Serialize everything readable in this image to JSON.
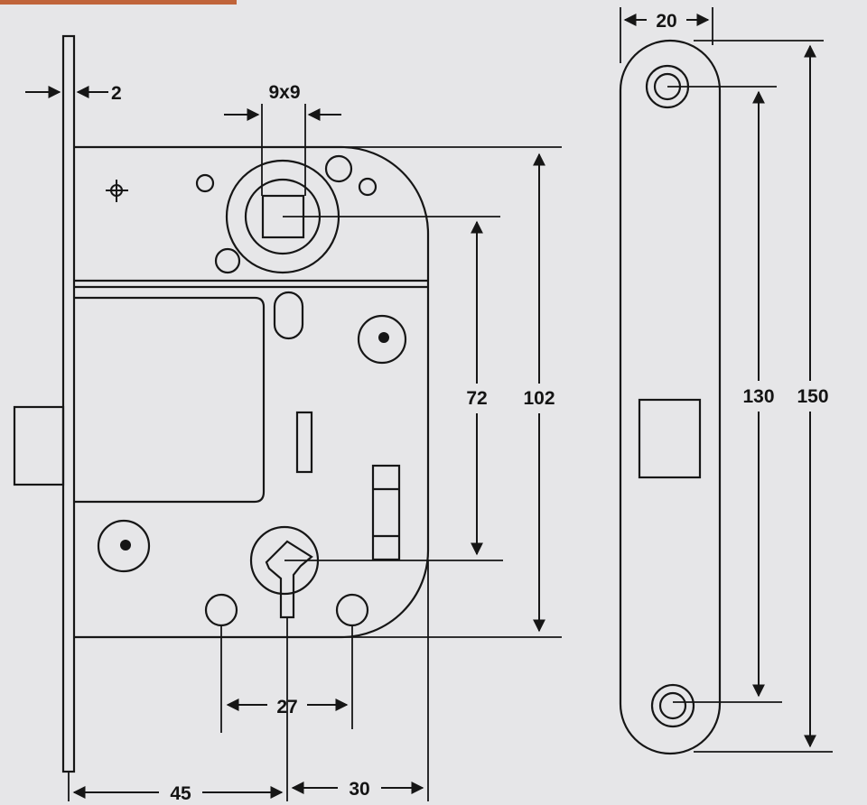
{
  "colors": {
    "paper": "#e6e6e8",
    "ink": "#161616",
    "accent_strip": "#c0643a"
  },
  "dimensions": {
    "faceplate_thickness": "2",
    "spindle_square": "9x9",
    "spindle_to_cylinder": "72",
    "body_height": "102",
    "cylinder_hole_spacing": "27",
    "backset": "45",
    "cylinder_to_edge": "30",
    "strike_width": "20",
    "strike_screw_spacing": "130",
    "strike_height": "150"
  }
}
